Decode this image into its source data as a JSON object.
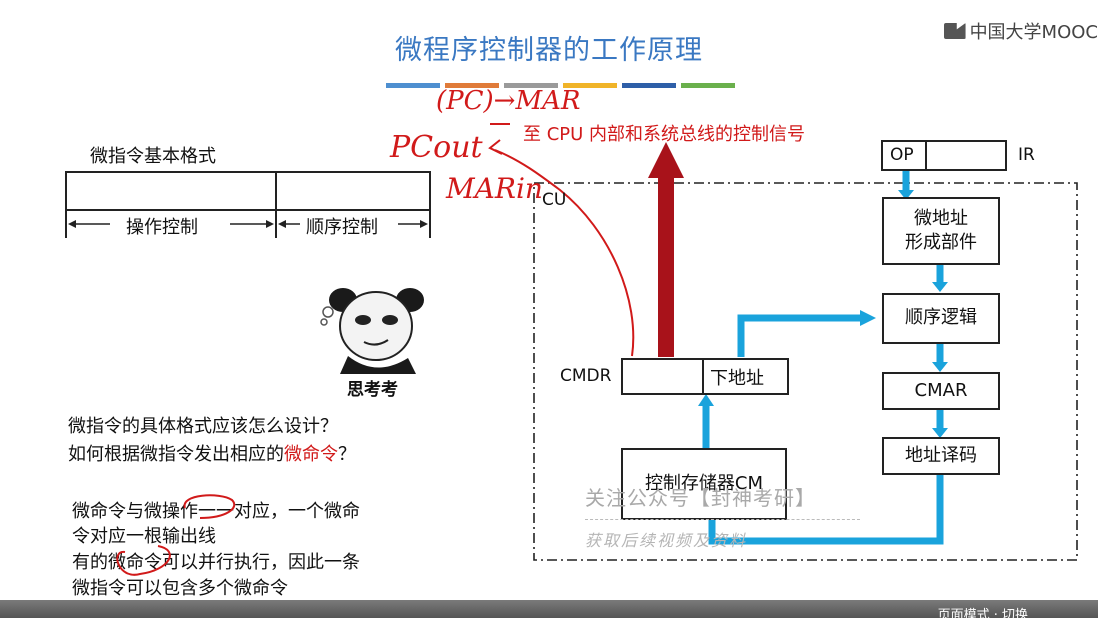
{
  "title": "微程序控制器的工作原理",
  "stripes": [
    "#4e8fd0",
    "#e07b39",
    "#9a9a9a",
    "#f0b429",
    "#2e5fa8",
    "#6ab04c"
  ],
  "logo": "中国大学MOOC",
  "format": {
    "label": "微指令基本格式",
    "field1": "操作控制",
    "field2": "顺序控制"
  },
  "meme_caption": "思考考",
  "questions": {
    "q1": "微指令的具体格式应该怎么设计？",
    "q2_prefix": "如何根据微指令发出相应的",
    "q2_highlight": "微命令",
    "q2_suffix": "？"
  },
  "notes": {
    "line1": "微命令与微操作一一对应，一个微命",
    "line2": "令对应一根输出线",
    "line3": "有的微命令可以并行执行，因此一条",
    "line4": "微指令可以包含多个微命令"
  },
  "diagram": {
    "control_signal": "至 CPU 内部和系统总线的控制信号",
    "cu": "CU",
    "op": "OP",
    "ir": "IR",
    "addr_gen": [
      "微地址",
      "形成部件"
    ],
    "seq_logic": "顺序逻辑",
    "cmar": "CMAR",
    "addr_decode": "地址译码",
    "cmdr": "CMDR",
    "next_addr": "下地址",
    "cm": "控制存储器CM"
  },
  "handwriting": {
    "pc_to_mar": "(PC)→MAR",
    "pc_out": "PCout",
    "mar_in": "MARin"
  },
  "watermark": {
    "line1": "关注公众号【封神考研】",
    "line2": "获取后续视频及资料"
  },
  "colors": {
    "title": "#3a78c2",
    "red_arrow": "#a8121a",
    "blue_arrow": "#1aa3dc",
    "highlight": "#d11a1a"
  },
  "bottom_hint": "页面模式 · 切换"
}
